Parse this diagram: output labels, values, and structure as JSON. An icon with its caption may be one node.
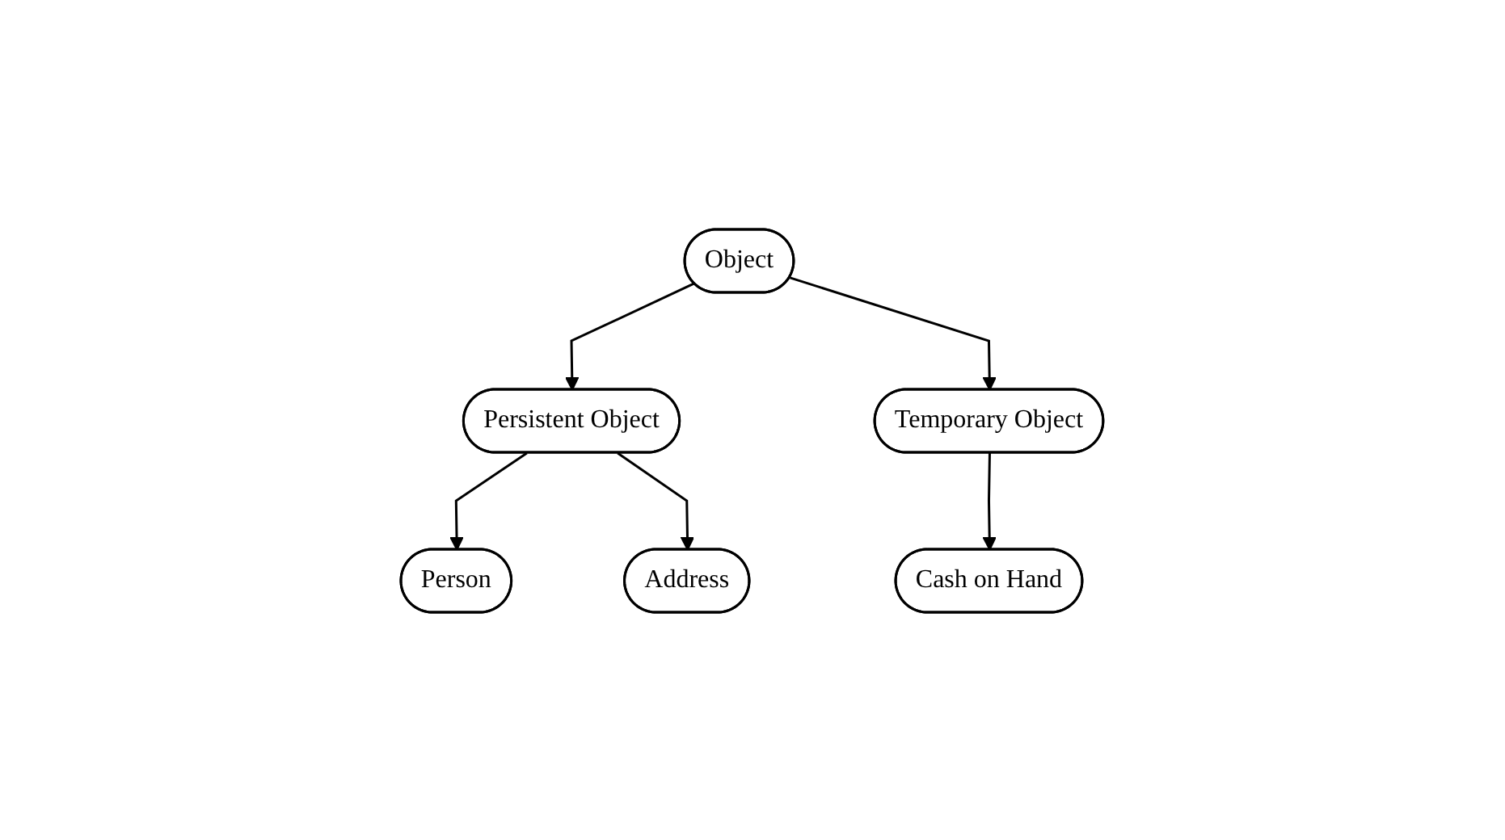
{
  "diagram": {
    "nodes": [
      {
        "text": [
          "Object"
        ]
      },
      {
        "text": [
          "Persistent Object"
        ]
      },
      {
        "text": [
          "Temporary Object"
        ]
      },
      {
        "text": [
          "Person"
        ]
      },
      {
        "text": [
          "Address"
        ]
      },
      {
        "text": [
          "Cash on Hand"
        ]
      }
    ],
    "edges": [
      {
        "from": 0,
        "to": 1,
        "arrow": "to"
      },
      {
        "from": 0,
        "to": 2,
        "arrow": "to"
      },
      {
        "from": 1,
        "to": 3,
        "arrow": "to"
      },
      {
        "from": 1,
        "to": 4,
        "arrow": "to"
      },
      {
        "from": 2,
        "to": 5,
        "arrow": "to"
      }
    ]
  }
}
